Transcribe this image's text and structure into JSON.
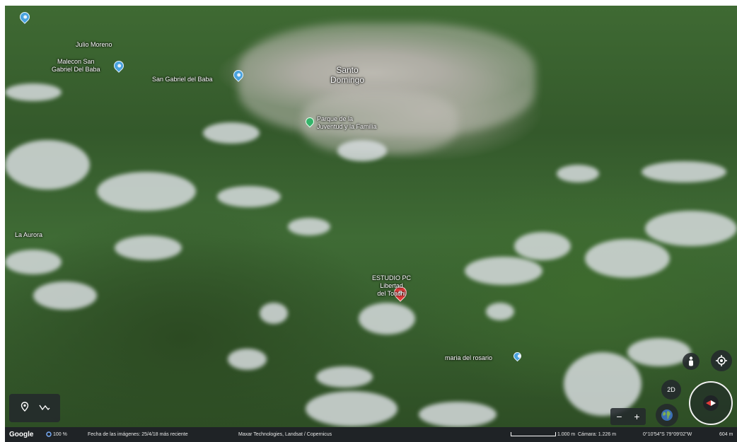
{
  "map_labels": {
    "julio_moreno": "Julio Moreno",
    "malecon": "Malecon San\nGabriel Del Baba",
    "san_gabriel": "San Gabriel del Baba",
    "santo_domingo": "Santo\nDomingo",
    "parque": "Parque de la\nJuventud y la Familia",
    "la_aurora": "La Aurora",
    "estudio_pc": "ESTUDIO PC\nLibertad\ndel Toachi",
    "maria_rosario": "maria del rosario"
  },
  "controls": {
    "view_2d": "2D",
    "zoom_out": "−",
    "zoom_in": "+"
  },
  "status_bar": {
    "logo": "Google",
    "zoom": "100 %",
    "imagery_date": "Fecha de las imágenes: 25/4/18 más reciente",
    "attribution": "Maxar Technologies, Landsat / Copernicus",
    "scale": "1.000 m",
    "camera": "Cámara: 1.226 m",
    "coordinates": "0°10'54\"S 79°09'02\"W",
    "elevation": "604 m"
  },
  "colors": {
    "bar_bg": "#1f2326",
    "pin_red": "#e23b3b",
    "pin_blue": "#4aa3df"
  }
}
